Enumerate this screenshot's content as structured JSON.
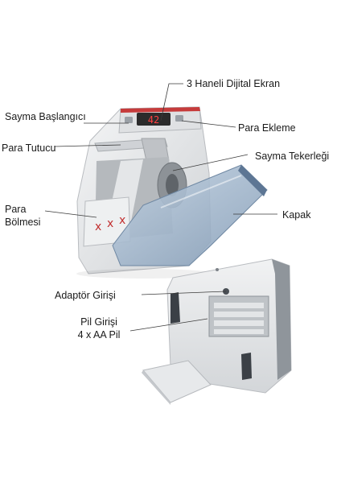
{
  "labels": {
    "display": "3 Haneli Dijital Ekran",
    "start": "Sayma Başlangıcı",
    "add_money": "Para Ekleme",
    "holder": "Para Tutucu",
    "wheel": "Sayma Tekerleği",
    "compartment_line1": "Para",
    "compartment_line2": "Bölmesi",
    "cover": "Kapak",
    "adapter": "Adaptör Girişi",
    "battery_line1": "Pil Girişi",
    "battery_line2": "4 x AA Pil"
  },
  "display_readout": "42",
  "colors": {
    "body": "#e9eaec",
    "body_shadow": "#c7c9cc",
    "cover": "#9fb6cf",
    "led": "#d22a2a",
    "leader": "#3a3a3a"
  }
}
